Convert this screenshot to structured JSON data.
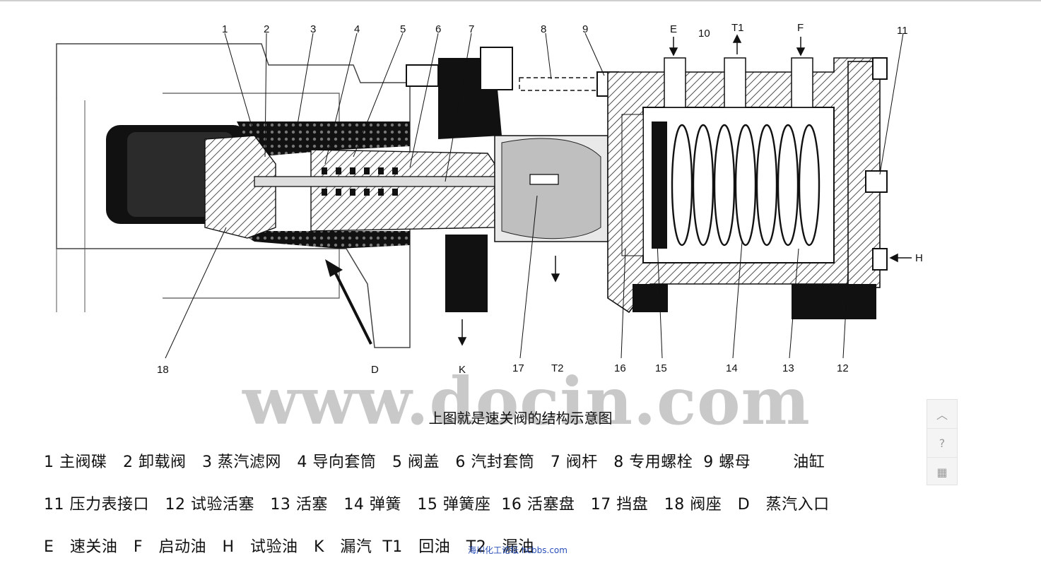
{
  "diagram": {
    "labels_top": [
      "1",
      "2",
      "3",
      "4",
      "5",
      "6",
      "7",
      "8",
      "9",
      "E",
      "10",
      "T1",
      "F",
      "11"
    ],
    "labels_bottom": [
      "18",
      "D",
      "K",
      "17",
      "T2",
      "16",
      "15",
      "14",
      "13",
      "12"
    ],
    "label_h": "H"
  },
  "watermark": "www.docin.com",
  "caption": "上图就是速关阀的结构示意图",
  "legend": {
    "line1": "1 主阀碟   2 卸载阀   3 蒸汽滤网   4 导向套筒   5 阀盖   6 汽封套筒   7 阀杆   8 专用螺栓  9 螺母        油缸",
    "line2": "11 压力表接口   12 试验活塞   13 活塞   14 弹簧   15 弹簧座  16 活塞盘   17 挡盘   18 阀座   D   蒸汽入口",
    "line3": "E   速关油   F   启动油   H   试验油   K   漏汽  T1   回油   T2   漏油"
  },
  "site_mark": "海川化工论坛 hcbbs.com",
  "side_panel": {
    "icons": [
      "chevron-up-icon",
      "help-icon",
      "qr-code-icon"
    ],
    "glyphs": [
      "︿",
      "?",
      "▦"
    ]
  }
}
